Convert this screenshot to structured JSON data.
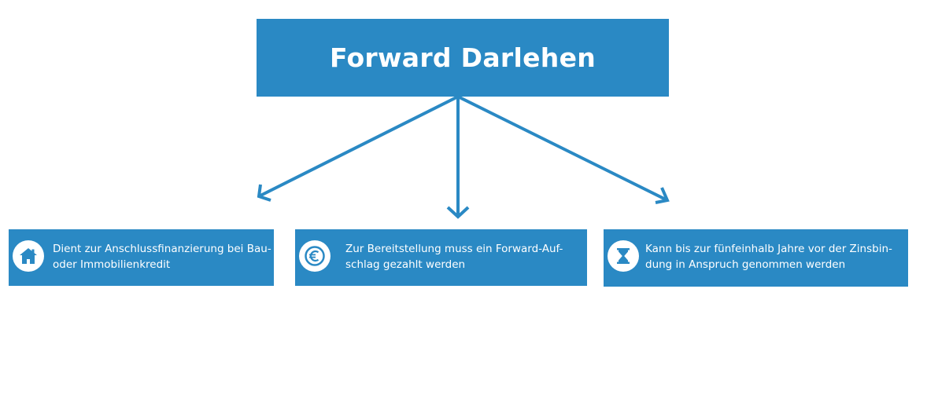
{
  "colors": {
    "primary": "#2a89c4",
    "background": "#ffffff",
    "text_on_primary": "#ffffff"
  },
  "title": "Forward Darlehen",
  "cards": [
    {
      "icon": "house-icon",
      "lines": [
        "Dient zur Anschlussfinanzierung bei Bau-",
        "oder Immobilienkredit"
      ]
    },
    {
      "icon": "euro-icon",
      "lines": [
        "Zur Bereitstellung muss ein Forward-Auf-",
        "schlag gezahlt werden"
      ]
    },
    {
      "icon": "hourglass-icon",
      "lines": [
        "Kann bis zur fünfeinhalb Jahre vor der Zinsbin-",
        "dung in Anspruch genommen werden"
      ]
    }
  ]
}
